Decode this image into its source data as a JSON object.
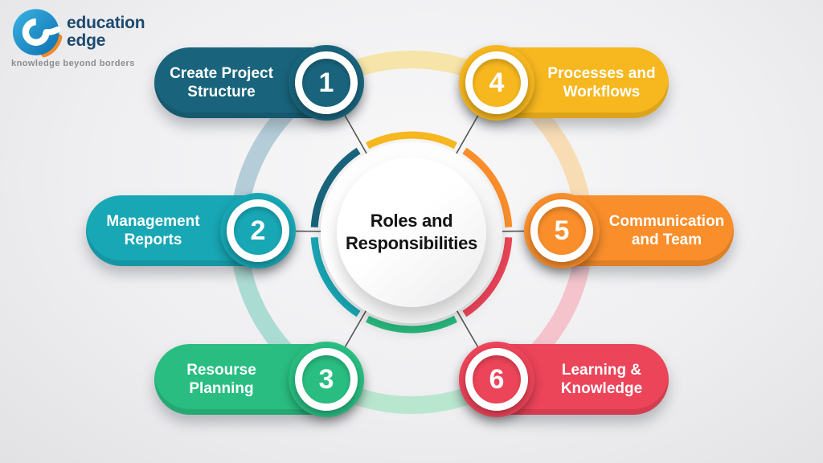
{
  "logo": {
    "name1": "education",
    "name2": "edge",
    "tagline": "knowledge beyond borders",
    "colors": {
      "blue_light": "#3ab3e4",
      "blue_dark": "#0d6fae",
      "orange": "#f08a28",
      "text": "#1c4a70",
      "tagline": "#8a8d91"
    }
  },
  "center": {
    "title_line1": "Roles and",
    "title_line2": "Responsibilities"
  },
  "items": [
    {
      "number": "1",
      "line1": "Create Project",
      "line2": "Structure",
      "color": "#19647c",
      "pale": "#b4cdd8"
    },
    {
      "number": "2",
      "line1": "Management",
      "line2": "Reports",
      "color": "#18a7b5",
      "pale": "#abdcd4"
    },
    {
      "number": "3",
      "line1": "Resourse",
      "line2": "Planning",
      "color": "#29bd81",
      "pale": "#b9e6cf"
    },
    {
      "number": "4",
      "line1": "Processes and",
      "line2": "Workflows",
      "color": "#f6b71f",
      "pale": "#f6e4a8"
    },
    {
      "number": "5",
      "line1": "Communication",
      "line2": "and Team",
      "color": "#f98e2b",
      "pale": "#f8dcb4"
    },
    {
      "number": "6",
      "line1": "Learning &",
      "line2": "Knowledge",
      "color": "#ec4459",
      "pale": "#f4c3cb"
    }
  ],
  "connector_color": "#555555"
}
